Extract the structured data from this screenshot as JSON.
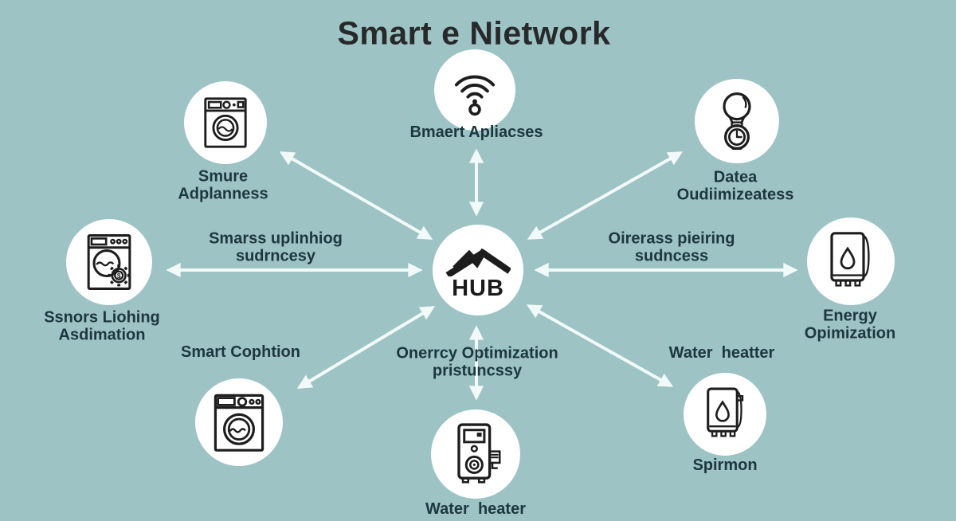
{
  "title": "Smart e Nietwork",
  "hub": {
    "label": "HUB",
    "icon": "house-roof-icon"
  },
  "nodes": {
    "top": {
      "icon": "wifi-icon",
      "label": "Bmaert Apliacses"
    },
    "top_left": {
      "icon": "washing-machine-icon",
      "label": "Smure\nAdplanness"
    },
    "top_right": {
      "icon": "lightbulb-timer-icon",
      "label": "Datea\nOudiimizeatess"
    },
    "left": {
      "icon": "washing-machine-gear-icon",
      "label": "Ssnors Liohing\nAsdimation"
    },
    "right": {
      "icon": "water-heater-icon",
      "label": "Energy Opimization"
    },
    "bottom_left": {
      "icon": "washing-machine-icon",
      "label": "Smart Cophtion"
    },
    "bottom": {
      "icon": "boiler-icon",
      "label": "Water  heater"
    },
    "bottom_right": {
      "icon": "water-heater-icon",
      "label_above": "Water  heatter",
      "label_below": "Spirmon"
    }
  },
  "edge_labels": {
    "left": "Smarss uplinhiog\nsudrncesy",
    "right": "Oirerass pieiring\nsudncess",
    "bottom": "Onerrcy Optimization\npristuncssy"
  },
  "colors": {
    "background": "#9dc3c4",
    "circle": "#ffffff",
    "arrow": "#f2faf9",
    "icon": "#1d1d1d",
    "label_text": "#1d3640",
    "title_text": "#28292b"
  }
}
